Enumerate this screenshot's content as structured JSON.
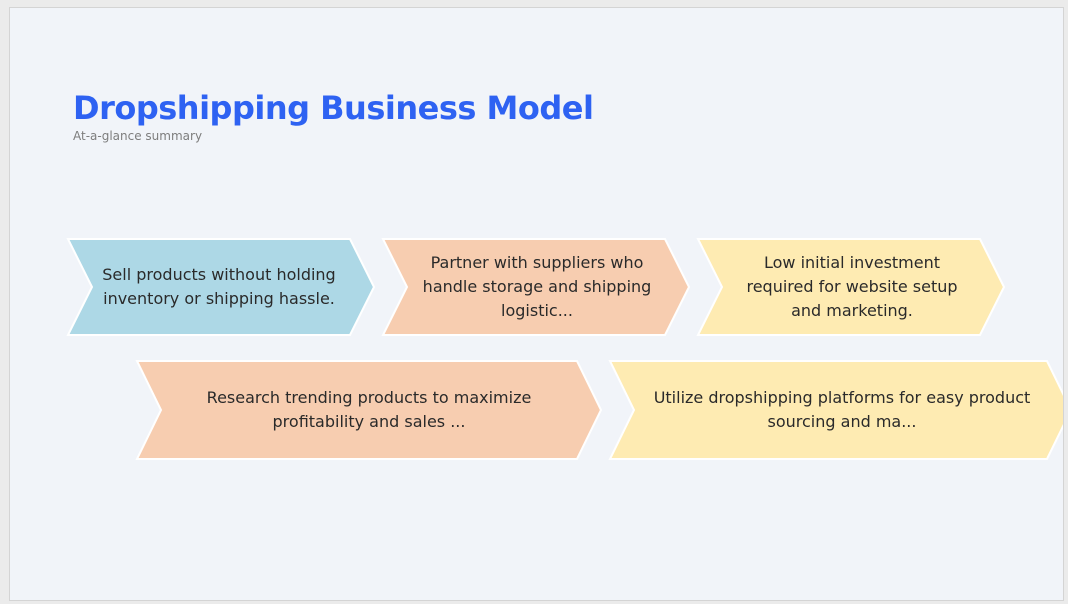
{
  "header": {
    "title": "Dropshipping Business Model",
    "subtitle": "At-a-glance summary"
  },
  "colors": {
    "title": "#2e62f2",
    "subtitle": "#7d7d7d",
    "slide_bg": "#f1f4f9",
    "blue": "#add8e6",
    "peach": "#f7cdb0",
    "yellow": "#feebb2"
  },
  "steps": [
    {
      "text": "Sell products without holding inventory or shipping hassle.",
      "color": "blue"
    },
    {
      "text": "Partner with suppliers who handle storage and shipping logistic...",
      "color": "peach"
    },
    {
      "text": "Low initial investment required for website setup and marketing.",
      "color": "yellow"
    },
    {
      "text": "Research trending products to maximize profitability and sales ...",
      "color": "peach"
    },
    {
      "text": "Utilize dropshipping platforms for easy product sourcing and ma...",
      "color": "yellow"
    }
  ]
}
